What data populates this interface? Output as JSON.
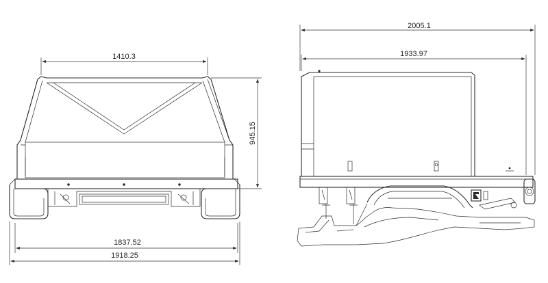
{
  "dimensions": {
    "front_top_width": "1410.3",
    "front_height": "945.15",
    "front_inner_width": "1837.52",
    "front_overall_width": "1918.25",
    "side_overall_length": "2005.1",
    "side_tray_length": "1933.97"
  }
}
